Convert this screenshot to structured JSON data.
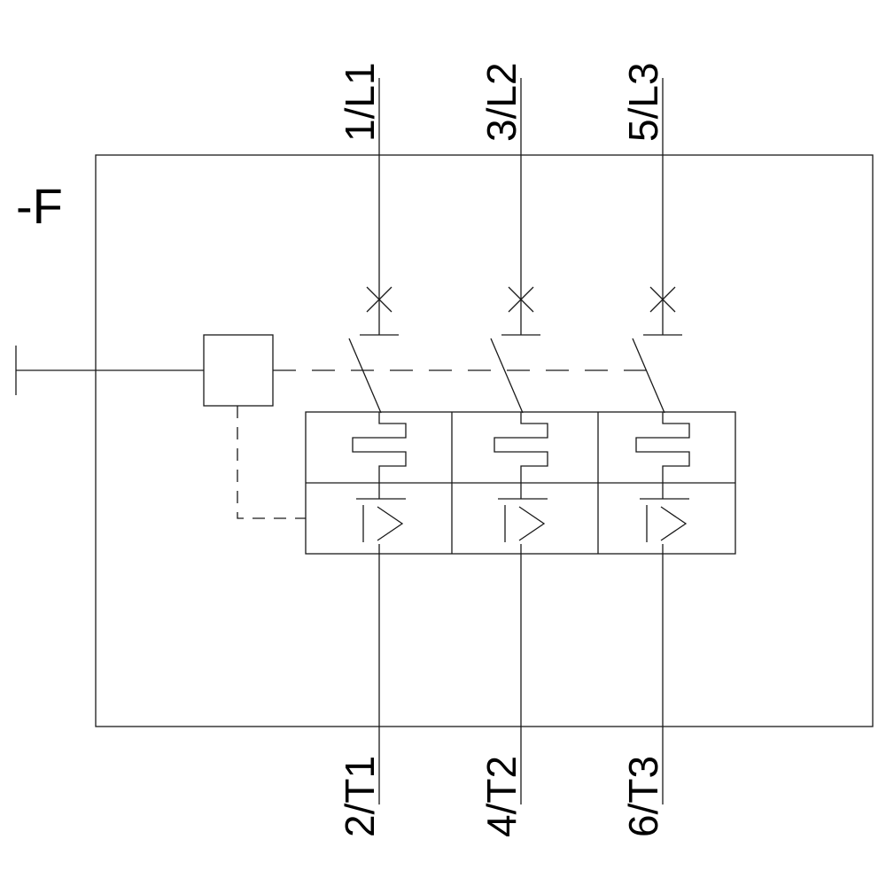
{
  "labels": {
    "component": "-F",
    "top_terminals": [
      "1/L1",
      "3/L2",
      "5/L3"
    ],
    "bottom_terminals": [
      "2/T1",
      "4/T2",
      "6/T3"
    ]
  },
  "colors": {
    "line": "#1a1a1a",
    "background": "#ffffff"
  },
  "symbols": {
    "disconnect_cross": "x-cross-contact",
    "switch_blade": "diagonal-blade",
    "mechanical_link": "dashed-coupling-line",
    "actuator": "square-operator-box",
    "thermal_overload": "square-wave-meander",
    "magnetic_trip": "I-greater-than"
  }
}
